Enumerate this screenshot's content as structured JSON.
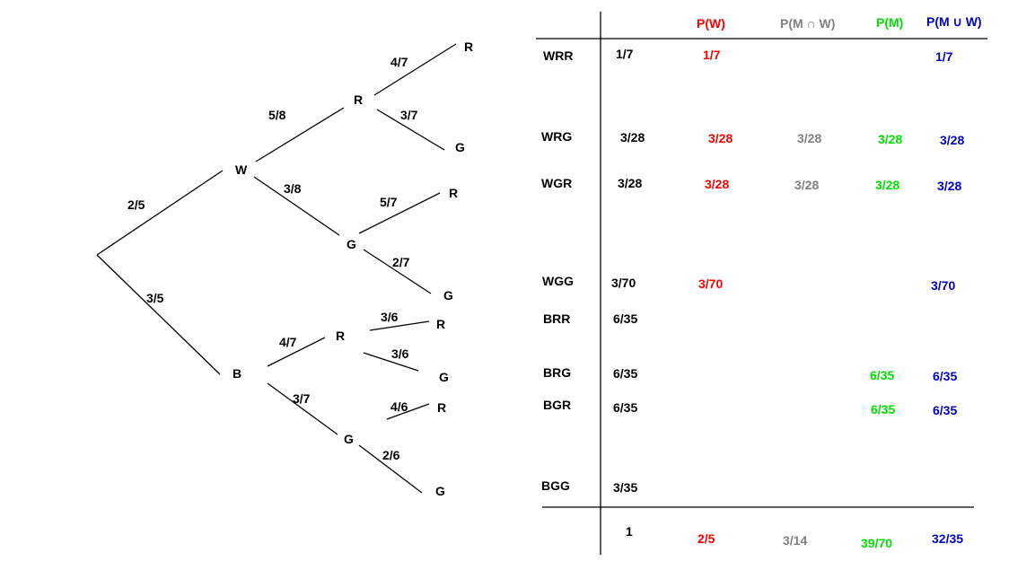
{
  "colors": {
    "black": "#000000",
    "pw": "#ff0000",
    "pmw": "#808080",
    "pm": "#00e000",
    "pmuw": "#0000cc"
  },
  "tree": {
    "nodes": {
      "w": "W",
      "b": "B",
      "wr": "R",
      "wg": "G",
      "br": "R",
      "bg": "G",
      "wrr": "R",
      "wrg": "G",
      "wgr": "R",
      "wgg": "G",
      "brr": "R",
      "brg": "G",
      "bgr": "R",
      "bgg": "G"
    },
    "branches": {
      "root_w": "2/5",
      "root_b": "3/5",
      "w_r": "5/8",
      "w_g": "3/8",
      "wr_r": "4/7",
      "wr_g": "3/7",
      "wg_r": "5/7",
      "wg_g": "2/7",
      "b_r": "4/7",
      "b_g": "3/7",
      "br_r": "3/6",
      "br_g": "3/6",
      "bg_r": "4/6",
      "bg_g": "2/6"
    }
  },
  "table": {
    "headers": {
      "pw": "P(W)",
      "pmw": "P(M ∩ W)",
      "pm": "P(M)",
      "pmuw": "P(M ∪ W)"
    },
    "rows": [
      {
        "outcome": "WRR",
        "prob": "1/7",
        "pw": "1/7",
        "pmw": "",
        "pm": "",
        "pmuw": "1/7"
      },
      {
        "outcome": "WRG",
        "prob": "3/28",
        "pw": "3/28",
        "pmw": "3/28",
        "pm": "3/28",
        "pmuw": "3/28"
      },
      {
        "outcome": "WGR",
        "prob": "3/28",
        "pw": "3/28",
        "pmw": "3/28",
        "pm": "3/28",
        "pmuw": "3/28"
      },
      {
        "outcome": "WGG",
        "prob": "3/70",
        "pw": "3/70",
        "pmw": "",
        "pm": "",
        "pmuw": "3/70"
      },
      {
        "outcome": "BRR",
        "prob": "6/35",
        "pw": "",
        "pmw": "",
        "pm": "",
        "pmuw": ""
      },
      {
        "outcome": "BRG",
        "prob": "6/35",
        "pw": "",
        "pmw": "",
        "pm": "6/35",
        "pmuw": "6/35"
      },
      {
        "outcome": "BGR",
        "prob": "6/35",
        "pw": "",
        "pmw": "",
        "pm": "6/35",
        "pmuw": "6/35"
      },
      {
        "outcome": "BGG",
        "prob": "3/35",
        "pw": "",
        "pmw": "",
        "pm": "",
        "pmuw": ""
      }
    ],
    "totals": {
      "prob": "1",
      "pw": "2/5",
      "pmw": "3/14",
      "pm": "39/70",
      "pmuw": "32/35"
    }
  }
}
